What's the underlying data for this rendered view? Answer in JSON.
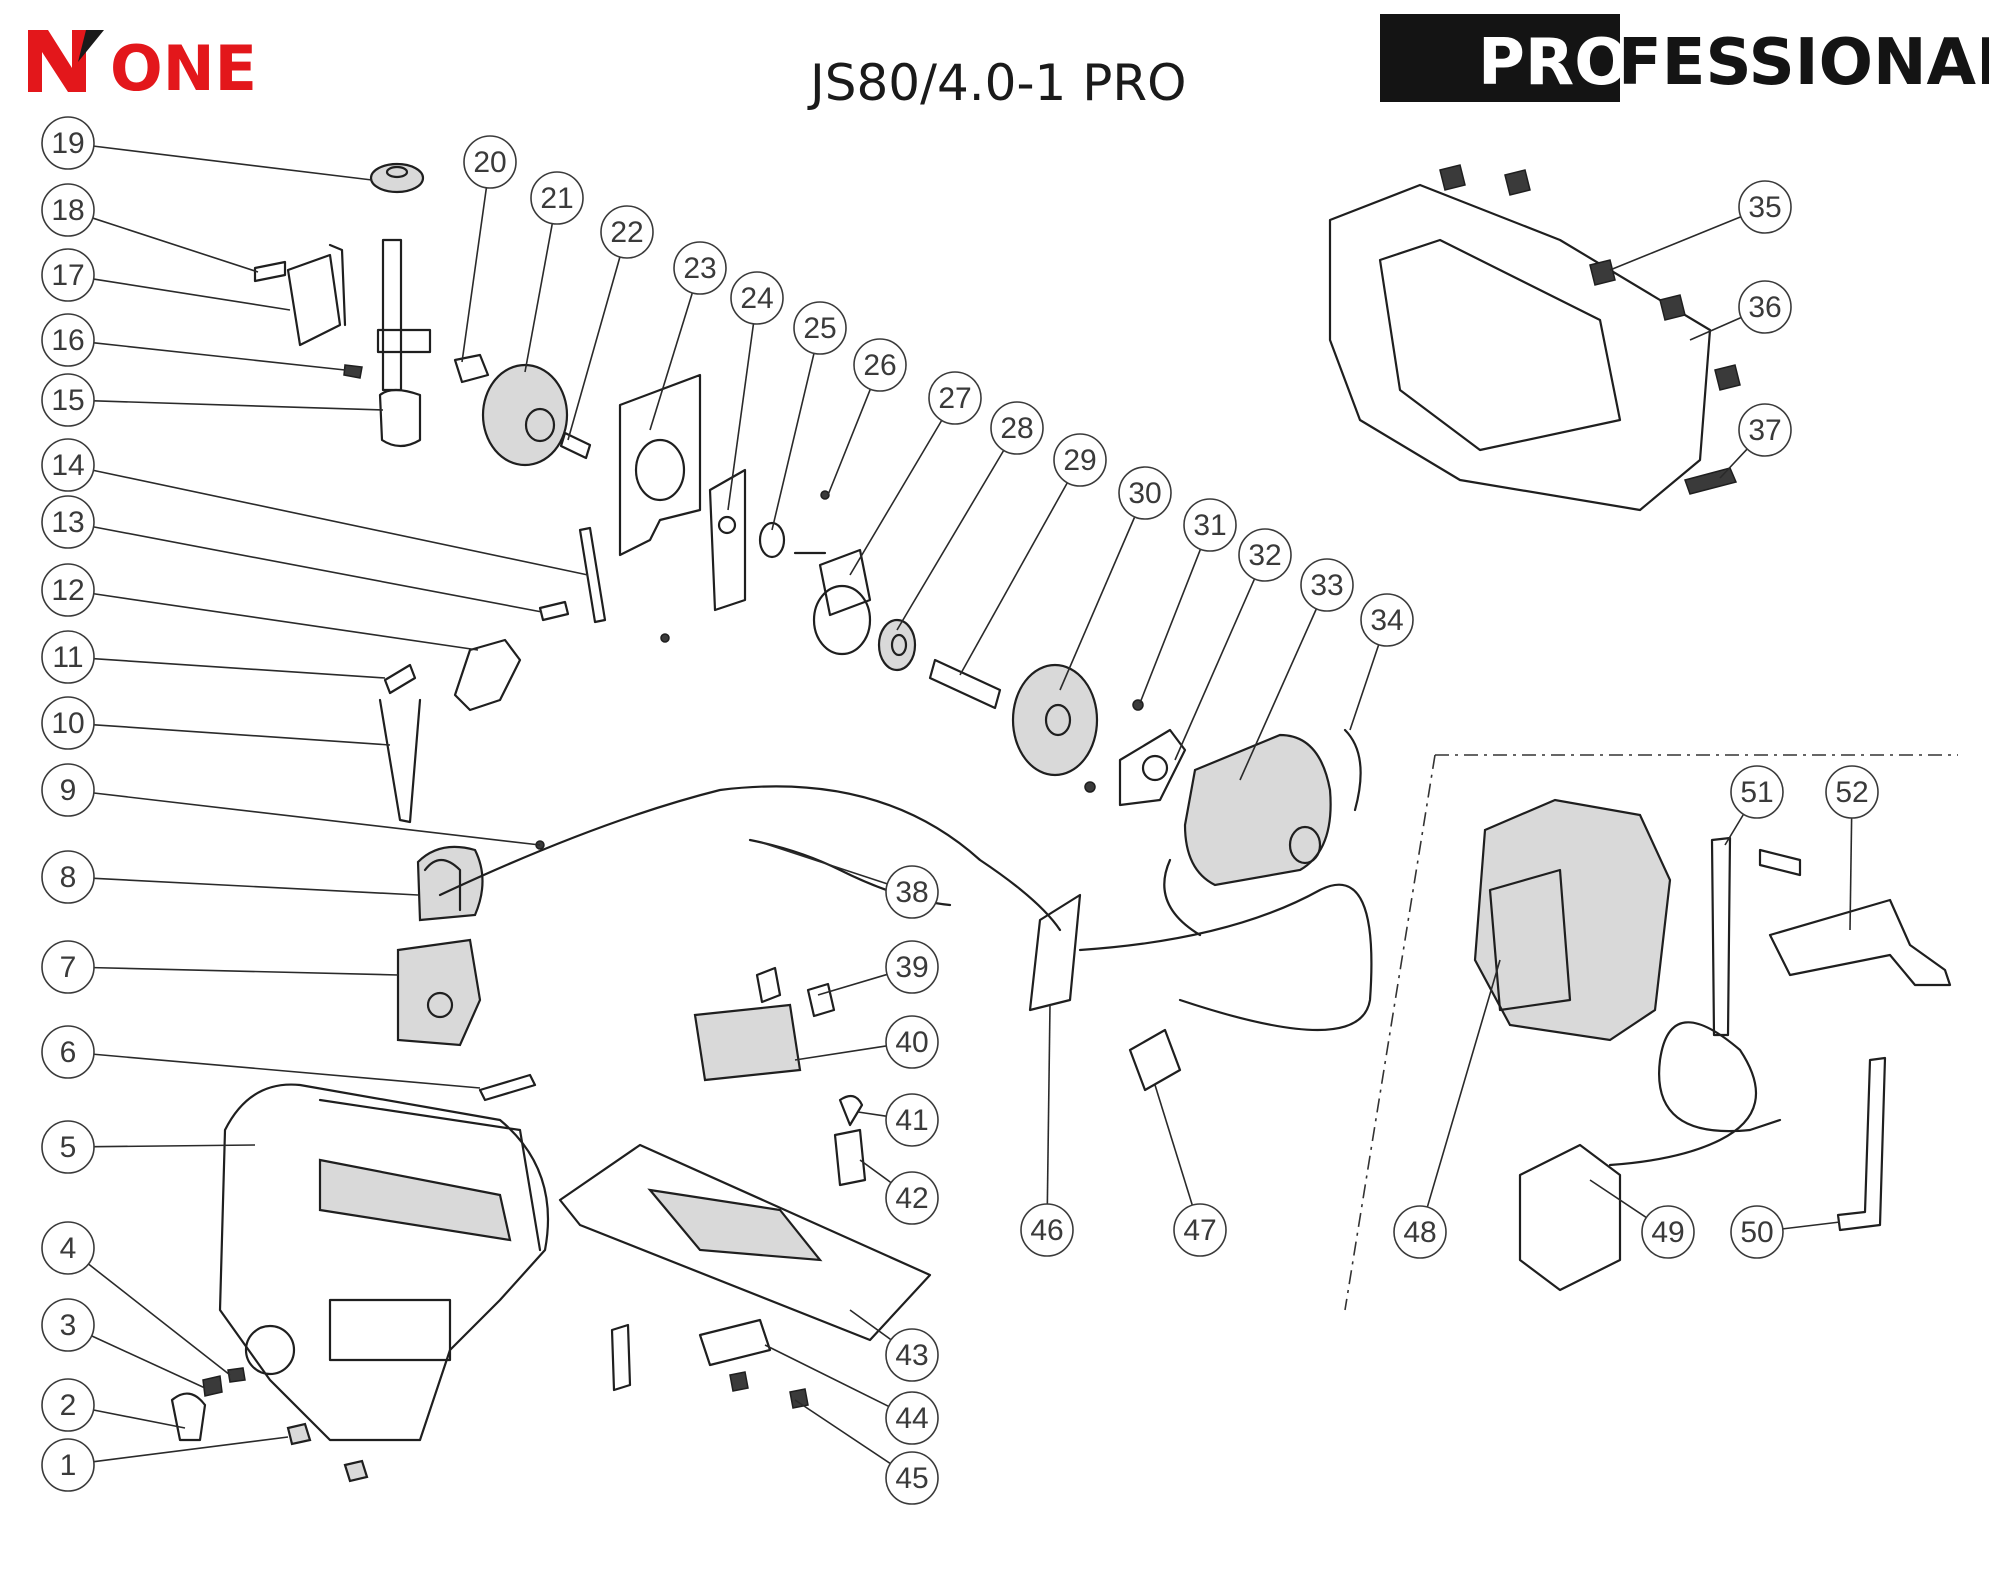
{
  "header": {
    "brand_mark": "N",
    "brand_word": "ONE",
    "title": "JS80/4.0-1 PRO",
    "badge_pro": "PRO",
    "badge_rest": "FESSIONAL"
  },
  "colors": {
    "brand_red": "#e3171b",
    "badge_black": "#141414",
    "ink": "#1f1f1f"
  },
  "callouts": [
    {
      "id": "c1",
      "label": "1"
    },
    {
      "id": "c2",
      "label": "2"
    },
    {
      "id": "c3",
      "label": "3"
    },
    {
      "id": "c4",
      "label": "4"
    },
    {
      "id": "c5",
      "label": "5"
    },
    {
      "id": "c6",
      "label": "6"
    },
    {
      "id": "c7",
      "label": "7"
    },
    {
      "id": "c8",
      "label": "8"
    },
    {
      "id": "c9",
      "label": "9"
    },
    {
      "id": "c10",
      "label": "10"
    },
    {
      "id": "c11",
      "label": "11"
    },
    {
      "id": "c12",
      "label": "12"
    },
    {
      "id": "c13",
      "label": "13"
    },
    {
      "id": "c14",
      "label": "14"
    },
    {
      "id": "c15",
      "label": "15"
    },
    {
      "id": "c16",
      "label": "16"
    },
    {
      "id": "c17",
      "label": "17"
    },
    {
      "id": "c18",
      "label": "18"
    },
    {
      "id": "c19",
      "label": "19"
    },
    {
      "id": "c20",
      "label": "20"
    },
    {
      "id": "c21",
      "label": "21"
    },
    {
      "id": "c22",
      "label": "22"
    },
    {
      "id": "c23",
      "label": "23"
    },
    {
      "id": "c24",
      "label": "24"
    },
    {
      "id": "c25",
      "label": "25"
    },
    {
      "id": "c26",
      "label": "26"
    },
    {
      "id": "c27",
      "label": "27"
    },
    {
      "id": "c28",
      "label": "28"
    },
    {
      "id": "c29",
      "label": "29"
    },
    {
      "id": "c30",
      "label": "30"
    },
    {
      "id": "c31",
      "label": "31"
    },
    {
      "id": "c32",
      "label": "32"
    },
    {
      "id": "c33",
      "label": "33"
    },
    {
      "id": "c34",
      "label": "34"
    },
    {
      "id": "c35",
      "label": "35"
    },
    {
      "id": "c36",
      "label": "36"
    },
    {
      "id": "c37",
      "label": "37"
    },
    {
      "id": "c38",
      "label": "38"
    },
    {
      "id": "c39",
      "label": "39"
    },
    {
      "id": "c40",
      "label": "40"
    },
    {
      "id": "c41",
      "label": "41"
    },
    {
      "id": "c42",
      "label": "42"
    },
    {
      "id": "c43",
      "label": "43"
    },
    {
      "id": "c44",
      "label": "44"
    },
    {
      "id": "c45",
      "label": "45"
    },
    {
      "id": "c46",
      "label": "46"
    },
    {
      "id": "c47",
      "label": "47"
    },
    {
      "id": "c48",
      "label": "48"
    },
    {
      "id": "c49",
      "label": "49"
    },
    {
      "id": "c50",
      "label": "50"
    },
    {
      "id": "c51",
      "label": "51"
    },
    {
      "id": "c52",
      "label": "52"
    }
  ]
}
